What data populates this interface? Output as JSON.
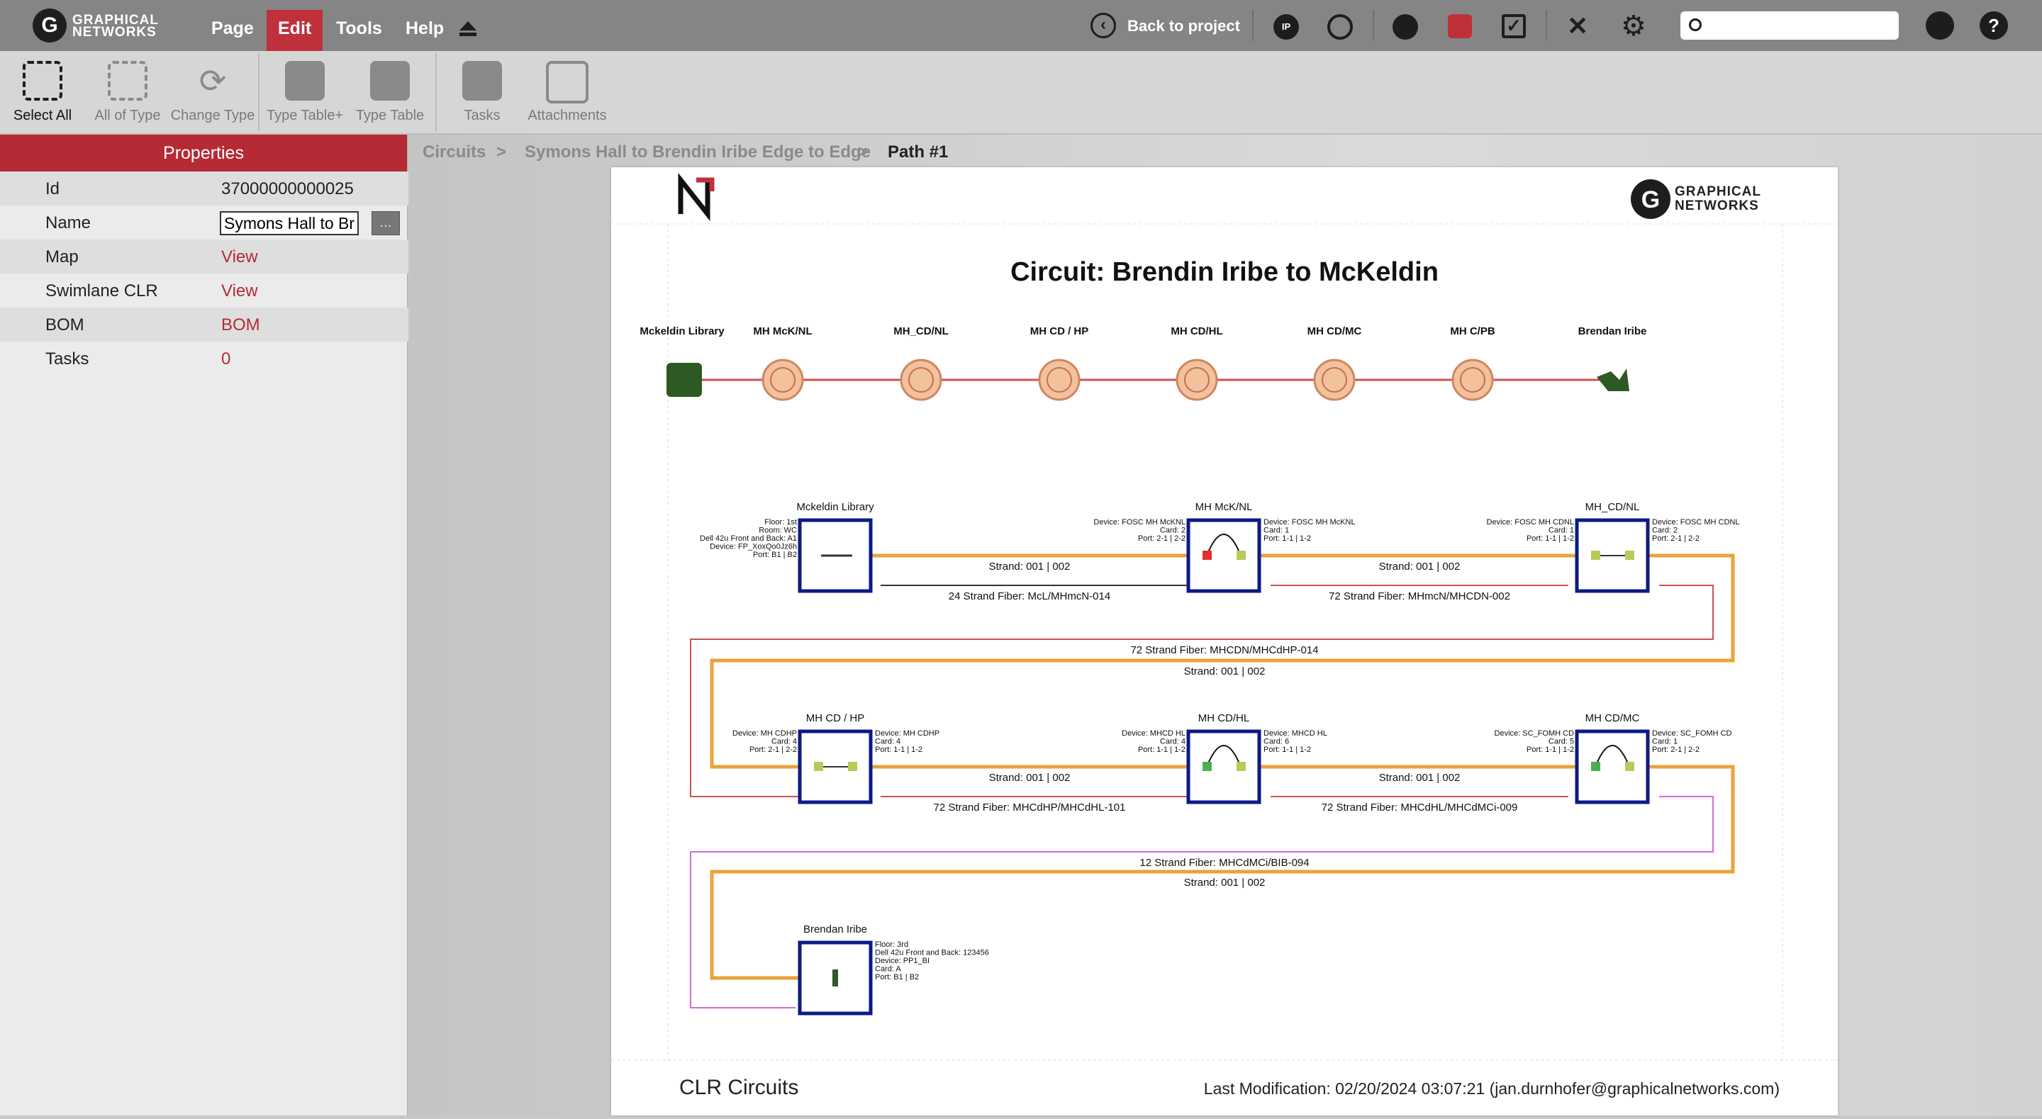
{
  "app": {
    "brand_line1": "GRAPHICAL",
    "brand_line2": "NETWORKS"
  },
  "menu": {
    "page": "Page",
    "edit": "Edit",
    "tools": "Tools",
    "help": "Help"
  },
  "header": {
    "back": "Back to project",
    "search_placeholder": ""
  },
  "toolbar": {
    "select_all": "Select All",
    "all_of_type": "All of Type",
    "change_type": "Change Type",
    "type_table_plus": "Type Table+",
    "type_table": "Type Table",
    "tasks": "Tasks",
    "attachments": "Attachments"
  },
  "properties": {
    "title": "Properties",
    "rows": [
      {
        "label": "Id",
        "value": "37000000000025"
      },
      {
        "label": "Name",
        "value": "Symons Hall to Brendin Iribe Edge to Edge"
      },
      {
        "label": "Map",
        "value": "View"
      },
      {
        "label": "Swimlane CLR",
        "value": "View"
      },
      {
        "label": "BOM",
        "value": "BOM"
      },
      {
        "label": "Tasks",
        "value": "0"
      }
    ],
    "ellipsis": "..."
  },
  "breadcrumb": {
    "sep": ">",
    "items": [
      "Circuits",
      "Symons Hall to Brendin Iribe Edge to Edge",
      "Path #1"
    ]
  },
  "sheet": {
    "title": "Circuit: Brendin Iribe to McKeldin",
    "footer_left": "CLR Circuits",
    "footer_right": "Last Modification: 02/20/2024 03:07:21 (jan.durnhofer@graphicalnetworks.com)",
    "logo_line1": "GRAPHICAL",
    "logo_line2": "NETWORKS"
  },
  "route": {
    "stops": [
      "Mckeldin Library",
      "MH McK/NL",
      "MH_CD/NL",
      "MH CD / HP",
      "MH CD/HL",
      "MH CD/MC",
      "MH C/PB",
      "Brendan Iribe"
    ]
  },
  "diagram": {
    "nodes": [
      {
        "name": "Mckeldin Library",
        "left": [
          "Floor: 1st",
          "Room: WC",
          "Dell 42u Front and Back: A1",
          "Device: FP_XoxQo0Jz6h",
          "Port: B1 | B2"
        ],
        "right": []
      },
      {
        "name": "MH McK/NL",
        "left": [
          "Device: FOSC MH McKNL",
          "Card: 2",
          "Port: 2-1 | 2-2"
        ],
        "right": [
          "Device: FOSC MH McKNL",
          "Card: 1",
          "Port: 1-1 | 1-2"
        ]
      },
      {
        "name": "MH_CD/NL",
        "left": [
          "Device: FOSC MH CDNL",
          "Card: 1",
          "Port: 1-1 | 1-2"
        ],
        "right": [
          "Device: FOSC MH CDNL",
          "Card: 2",
          "Port: 2-1 | 2-2"
        ]
      },
      {
        "name": "MH CD / HP",
        "left": [
          "Device: MH CDHP",
          "Card: 4",
          "Port: 2-1 | 2-2"
        ],
        "right": [
          "Device: MH CDHP",
          "Card: 4",
          "Port: 1-1 | 1-2"
        ]
      },
      {
        "name": "MH CD/HL",
        "left": [
          "Device: MHCD HL",
          "Card: 4",
          "Port: 1-1 | 1-2"
        ],
        "right": [
          "Device: MHCD HL",
          "Card: 6",
          "Port: 1-1 | 1-2"
        ]
      },
      {
        "name": "MH CD/MC",
        "left": [
          "Device: SC_FOMH CD",
          "Card: 5",
          "Port: 1-1 | 1-2"
        ],
        "right": [
          "Device: SC_FOMH CD",
          "Card: 1",
          "Port: 2-1 | 2-2"
        ]
      },
      {
        "name": "Brendan Iribe",
        "left": [],
        "right": [
          "Floor: 3rd",
          "Dell 42u Front and Back: 123456",
          "Device: PP1_BI",
          "Card: A",
          "Port: B1 | B2"
        ]
      }
    ],
    "strand": "Strand: 001 | 002",
    "fibers": [
      "24 Strand Fiber: McL/MHmcN-014",
      "72 Strand Fiber: MHmcN/MHCDN-002",
      "72 Strand Fiber: MHCDN/MHCdHP-014",
      "72 Strand Fiber: MHCdHP/MHCdHL-101",
      "72 Strand Fiber: MHCdHL/MHCdMCi-009",
      "12 Strand Fiber: MHCdMCi/BIB-094"
    ]
  },
  "colors": {
    "accent": "#c0303a",
    "fiber_orange": "#e8a33c",
    "cable_red": "#d15050",
    "cable_pink": "#d36ad6",
    "node_navy": "#0c1a86",
    "manhole": "#f2c19e"
  }
}
